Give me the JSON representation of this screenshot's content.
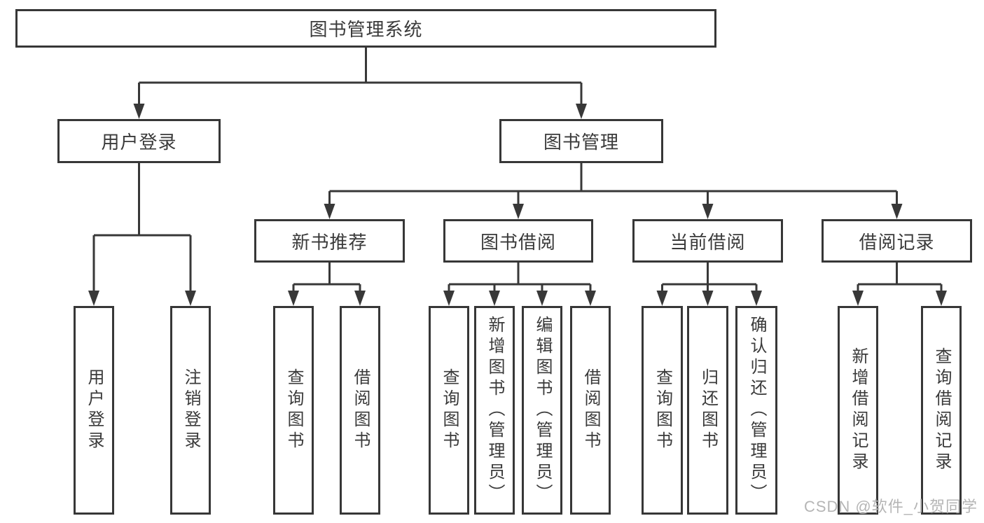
{
  "diagram": {
    "root": {
      "label": "图书管理系统"
    },
    "branches": [
      {
        "label": "用户登录",
        "children": [
          {
            "label": "用户登录"
          },
          {
            "label": "注销登录"
          }
        ]
      },
      {
        "label": "图书管理",
        "sections": [
          {
            "label": "新书推荐",
            "children": [
              {
                "label": "查询图书"
              },
              {
                "label": "借阅图书"
              }
            ]
          },
          {
            "label": "图书借阅",
            "children": [
              {
                "label": "查询图书"
              },
              {
                "label": "新增图书（管理员）"
              },
              {
                "label": "编辑图书（管理员）"
              },
              {
                "label": "借阅图书"
              }
            ]
          },
          {
            "label": "当前借阅",
            "children": [
              {
                "label": "查询图书"
              },
              {
                "label": "归还图书"
              },
              {
                "label": "确认归还（管理员）"
              }
            ]
          },
          {
            "label": "借阅记录",
            "children": [
              {
                "label": "新增借阅记录"
              },
              {
                "label": "查询借阅记录"
              }
            ]
          }
        ]
      }
    ]
  },
  "watermark": {
    "text": "CSDN @软件_小贺同学"
  },
  "colors": {
    "line": "#383838",
    "box_border": "#373737",
    "text": "#3a3a3a",
    "watermark": "#b5b5b5",
    "background": "#ffffff"
  }
}
